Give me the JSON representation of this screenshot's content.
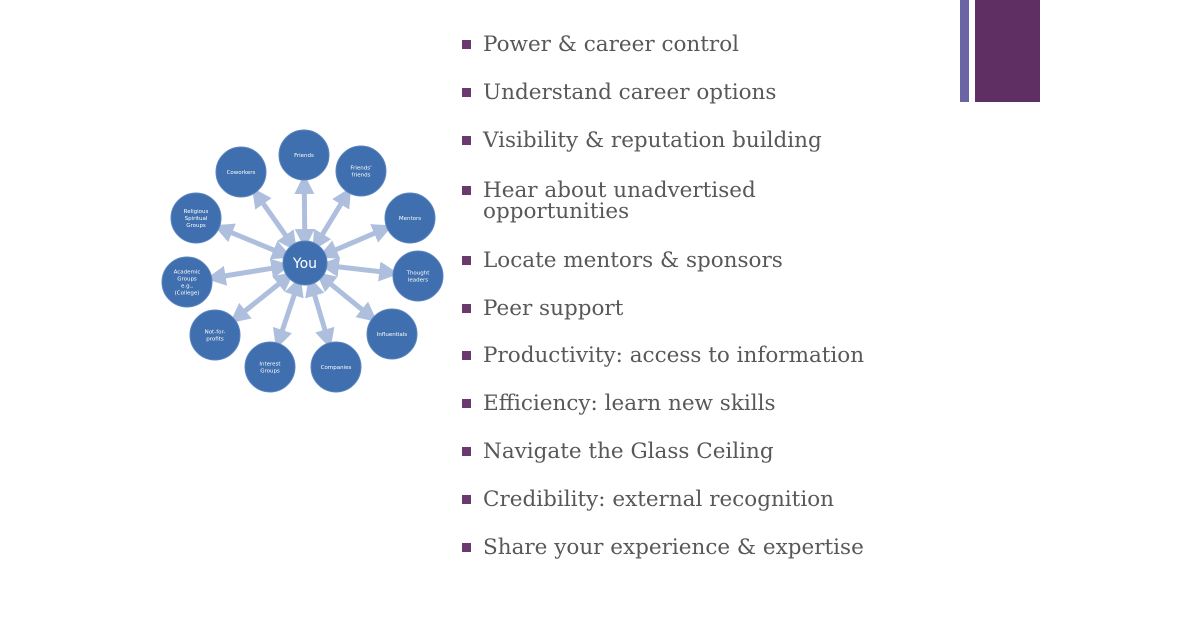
{
  "diagram": {
    "center": "You",
    "nodes": [
      [
        "Friends"
      ],
      [
        "Friends'",
        "friends"
      ],
      [
        "Mentors"
      ],
      [
        "Thought",
        "leaders"
      ],
      [
        "Influentials"
      ],
      [
        "Companies"
      ],
      [
        "Interest",
        "Groups"
      ],
      [
        "Not-for-",
        "profits"
      ],
      [
        "Academic",
        "Groups",
        "e.g.,",
        "(College)"
      ],
      [
        "Religious",
        "Spiritual",
        "Groups"
      ],
      [
        "Coworkers"
      ]
    ],
    "colors": {
      "node": "#3f6fae",
      "arrow": "#aebfdd"
    }
  },
  "bullets": [
    [
      "Power & career control"
    ],
    [
      "Understand career options"
    ],
    [
      "Visibility & reputation building"
    ],
    [
      "Hear about unadvertised",
      "opportunities"
    ],
    [
      "Locate mentors & sponsors"
    ],
    [
      "Peer support"
    ],
    [
      "Productivity: access to information"
    ],
    [
      "Efficiency: learn new skills"
    ],
    [
      "Navigate the Glass Ceiling"
    ],
    [
      "Credibility: external recognition"
    ],
    [
      "Share your experience & expertise"
    ]
  ],
  "accent": {
    "bar_light": "#6b66a3",
    "bar_dark": "#5f2e62"
  }
}
